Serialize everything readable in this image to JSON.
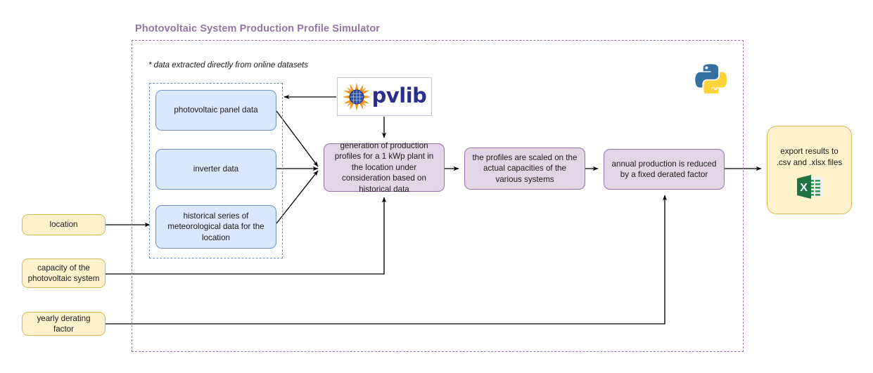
{
  "diagram": {
    "title": "Photovoltaic System Production Profile Simulator",
    "note": "* data extracted directly from online datasets",
    "colors": {
      "title_purple": "#9673a6",
      "data_fill": "#dae8fc",
      "data_stroke": "#7093c0",
      "process_fill": "#e1d5e7",
      "process_stroke": "#9673a6",
      "input_fill": "#fff2cc",
      "input_stroke": "#d6b656",
      "outer_frame": "#9673a6",
      "inner_frame": "#6c8ebf",
      "pvlib_text": "#2a2f8f",
      "pvlib_sun": "#f5921e",
      "python_blue": "#3670a0",
      "python_yellow": "#ffd43b",
      "excel_green": "#1f7244"
    }
  },
  "data_sources": {
    "panel": "photovoltaic panel data",
    "inverter": "inverter data",
    "meteo": "historical series of meteorological data for the location"
  },
  "processes": {
    "generation": "generation of production profiles for a 1 kWp plant in the location under consideration based on historical data",
    "scaled": "the profiles are scaled on the actual capacities of the various systems",
    "derated": "annual production is reduced by a fixed derated factor"
  },
  "inputs": {
    "location": "location",
    "capacity": "capacity of the photovoltaic system",
    "derating": "yearly derating factor"
  },
  "output": {
    "export": "export results to .csv and .xlsx files"
  },
  "logos": {
    "pvlib": "pvlib",
    "python": "python-logo",
    "excel": "excel-icon"
  }
}
